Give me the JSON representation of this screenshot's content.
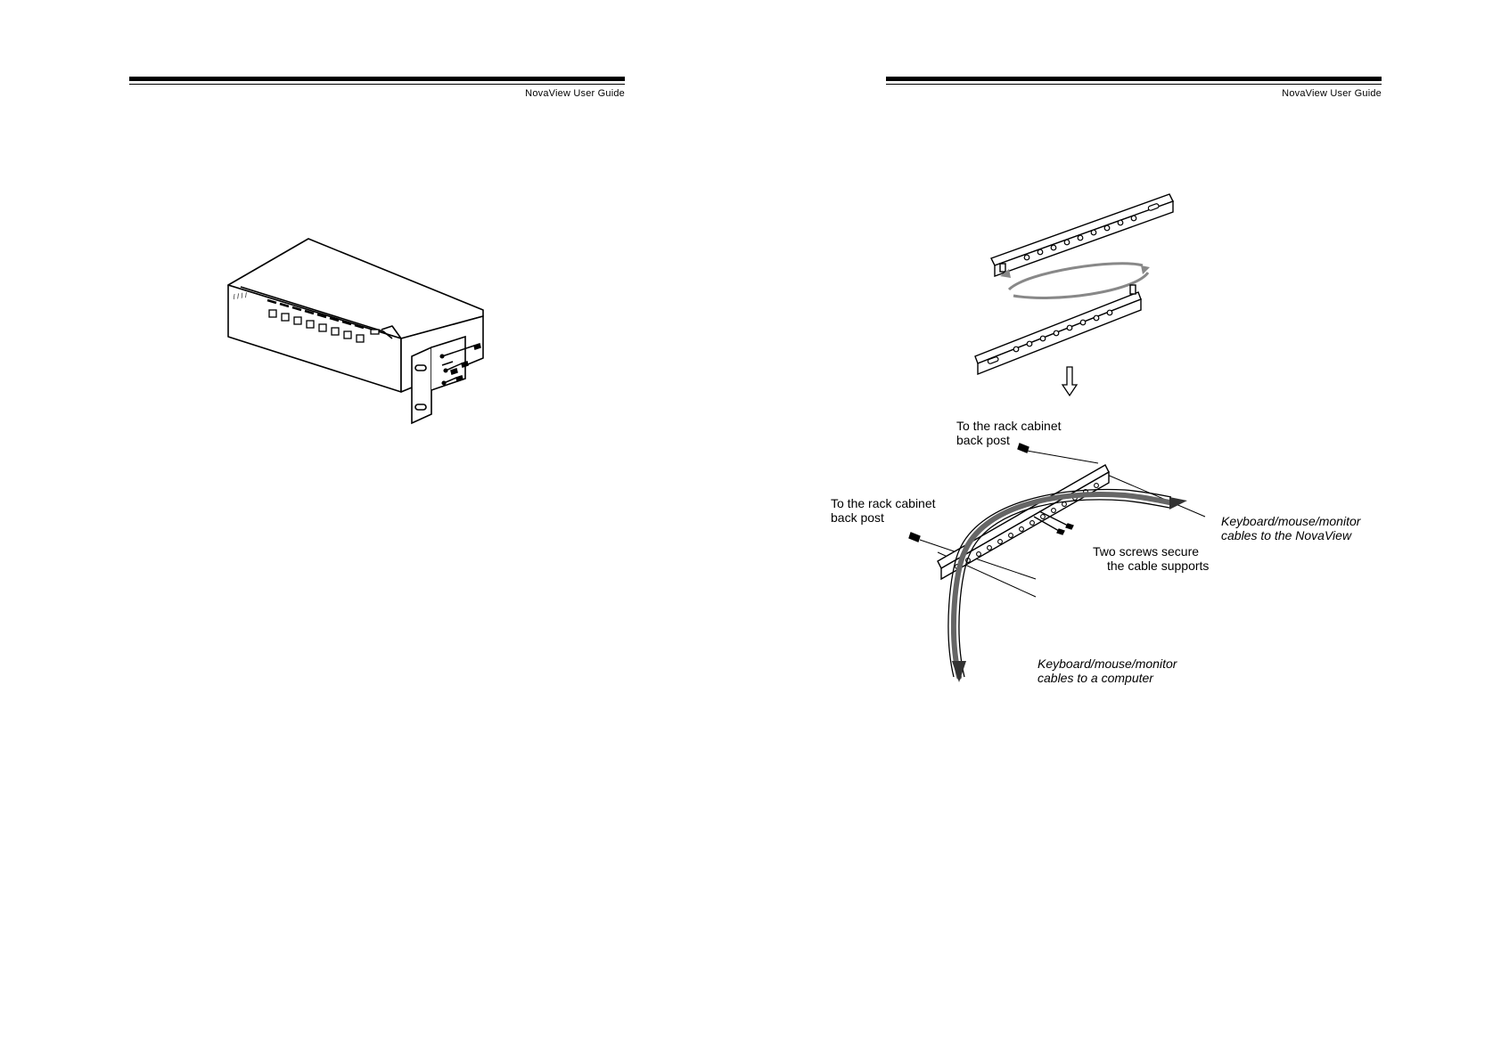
{
  "left_page": {
    "running_header": "NovaView User Guide"
  },
  "right_page": {
    "running_header": "NovaView User Guide",
    "callouts": {
      "top_post": [
        "To the rack cabinet",
        "back post"
      ],
      "left_post": [
        "To the rack cabinet",
        "back post"
      ],
      "right_cables": [
        "Keyboard/mouse/monitor",
        "cables to the NovaView"
      ],
      "screws": [
        "Two screws secure",
        "the cable supports"
      ],
      "bottom_cables": [
        "Keyboard/mouse/monitor",
        "cables to a computer"
      ]
    }
  },
  "icons": {
    "kvm": "kvm-switch-icon",
    "bracket": "mounting-bracket-icon",
    "screw": "screw-icon",
    "cable_support": "cable-support-bar-icon"
  }
}
